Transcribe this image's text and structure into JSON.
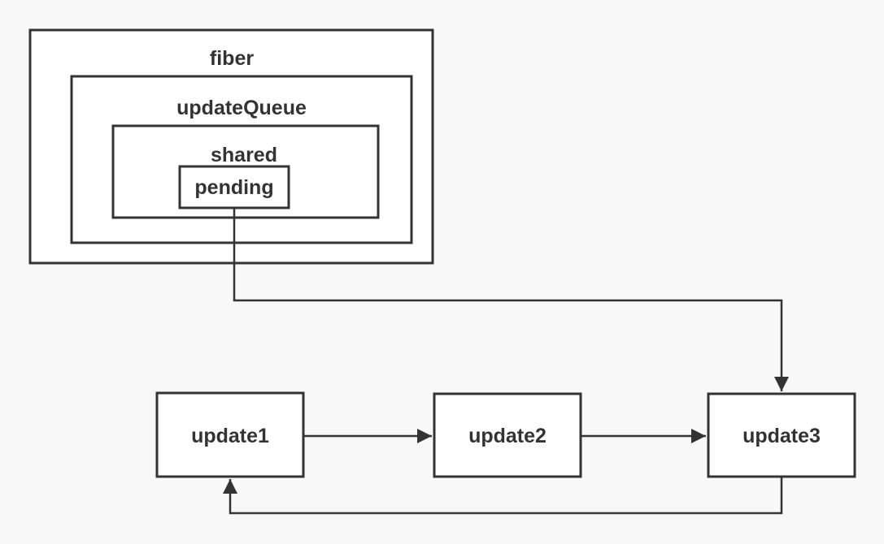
{
  "diagram": {
    "nodes": {
      "fiber": {
        "label": "fiber"
      },
      "updateQueue": {
        "label": "updateQueue"
      },
      "shared": {
        "label": "shared"
      },
      "pending": {
        "label": "pending"
      },
      "update1": {
        "label": "update1"
      },
      "update2": {
        "label": "update2"
      },
      "update3": {
        "label": "update3"
      }
    },
    "edges": [
      {
        "from": "pending",
        "to": "update3"
      },
      {
        "from": "update1",
        "to": "update2"
      },
      {
        "from": "update2",
        "to": "update3"
      },
      {
        "from": "update3",
        "to": "update1"
      }
    ]
  },
  "colors": {
    "background": "#f8f8f8",
    "box_fill": "#ffffff",
    "stroke": "#333333",
    "text": "#333333"
  }
}
